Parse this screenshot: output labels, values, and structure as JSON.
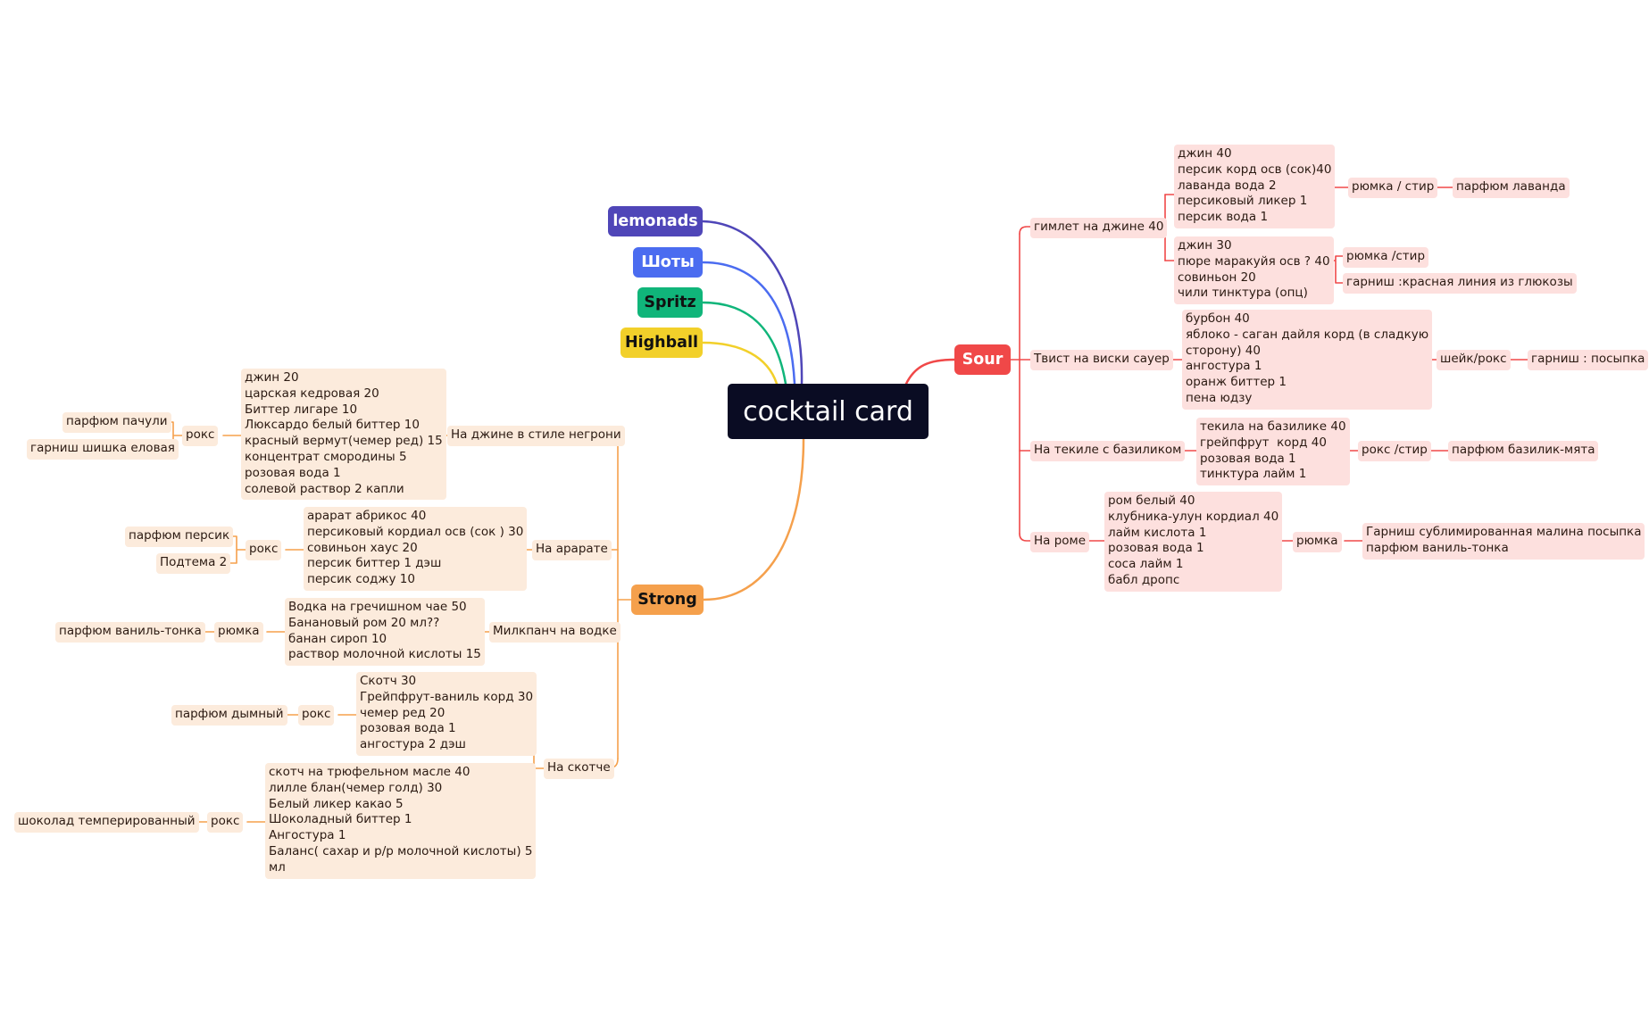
{
  "root": {
    "label": "cocktail card"
  },
  "colors": {
    "root": "#0a0c23",
    "lemonads": "#4f46b8",
    "shoty": "#4b6cf0",
    "spritz": "#10b57a",
    "highball": "#f2d02a",
    "sour": "#f04848",
    "strong": "#f5a04c",
    "sour_node_bg": "#fde0de",
    "strong_node_bg": "#fcebdc"
  },
  "categories": {
    "lemonads": "lemonads",
    "shoty": "Шоты",
    "spritz": "Spritz",
    "highball": "Highball",
    "sour": "Sour",
    "strong": "Strong"
  },
  "sour": {
    "gimlet": {
      "label": "гимлет на джине 40",
      "recipe1": "джин 40\nперсик корд осв (сок)40\nлаванда вода 2\nперсиковый ликер 1\nперсик вода 1",
      "serve1": "рюмка / стир",
      "garnish1": "парфюм лаванда",
      "recipe2": "джин 30\nпюре маракуйя осв ? 40\nсовиньон 20\nчили тинктура (опц)",
      "serve2": "рюмка /стир",
      "garnish2": "гарниш :красная линия из глюкозы"
    },
    "whisky": {
      "label": "Твист на виски сауер",
      "recipe": "бурбон 40\nяблоко - саган дайля корд (в сладкую\nсторону) 40\nангостура 1\nоранж биттер 1\nпена юдзу",
      "serve": "шейк/рокс",
      "garnish": "гарниш : посыпка"
    },
    "tequila": {
      "label": "На текиле с базиликом",
      "recipe": "текила на базилике 40\nгрейпфрут  корд 40\nрозовая вода 1\nтинктура лайм 1",
      "serve": "рокс /стир",
      "garnish": "парфюм базилик-мята"
    },
    "rum": {
      "label": "На роме",
      "recipe": "ром белый 40\nклубника-улун кордиал 40\nлайм кислота 1\nрозовая вода 1\nсоса лайм 1\nбабл дропс",
      "serve": "рюмка",
      "garnish": "Гарниш сублимированная малина посыпка\nпарфюм ваниль-тонка"
    }
  },
  "strong": {
    "negroni": {
      "label": "На джине в стиле негрони",
      "recipe": "джин 20\nцарская кедровая 20\nБиттер лигаре 10\nЛюксардо белый биттер 10\nкрасный вермут(чемер ред) 15\nконцентрат смородины 5\nрозовая вода 1\nсолевой раствор 2 капли",
      "serve": "рокс",
      "garnish1": "парфюм пачули",
      "garnish2": "гарниш шишка еловая"
    },
    "ararat": {
      "label": "На арарате",
      "recipe": "арарат абрикос 40\nперсиковый кордиал осв (сок ) 30\nсовиньон хаус 20\nперсик биттер 1 дэш\nперсик соджу 10",
      "serve": "рокс",
      "garnish1": "парфюм персик",
      "garnish2": "Подтема 2"
    },
    "milkpunch": {
      "label": "Милкпанч на водке",
      "recipe": "Водка на гречишном чае 50\nБанановый ром 20 мл??\nбанан сироп 10\nраствор молочной кислоты 15",
      "serve": "рюмка",
      "garnish": "парфюм ваниль-тонка"
    },
    "scotch": {
      "label": "На скотче",
      "recipe1": "Скотч 30\nГрейпфрут-ваниль корд 30\nчемер ред 20\nрозовая вода 1\nангостура 2 дэш",
      "serve1": "рокс",
      "garnish1": "парфюм дымный",
      "recipe2": "скотч на трюфельном масле 40\nлилле блан(чемер голд) 30\nБелый ликер какао 5\nШоколадный биттер 1\nАнгостура 1\nБаланс( сахар и р/р молочной кислоты) 5\nмл",
      "serve2": "рокс",
      "garnish2": "шоколад темперированный"
    }
  }
}
